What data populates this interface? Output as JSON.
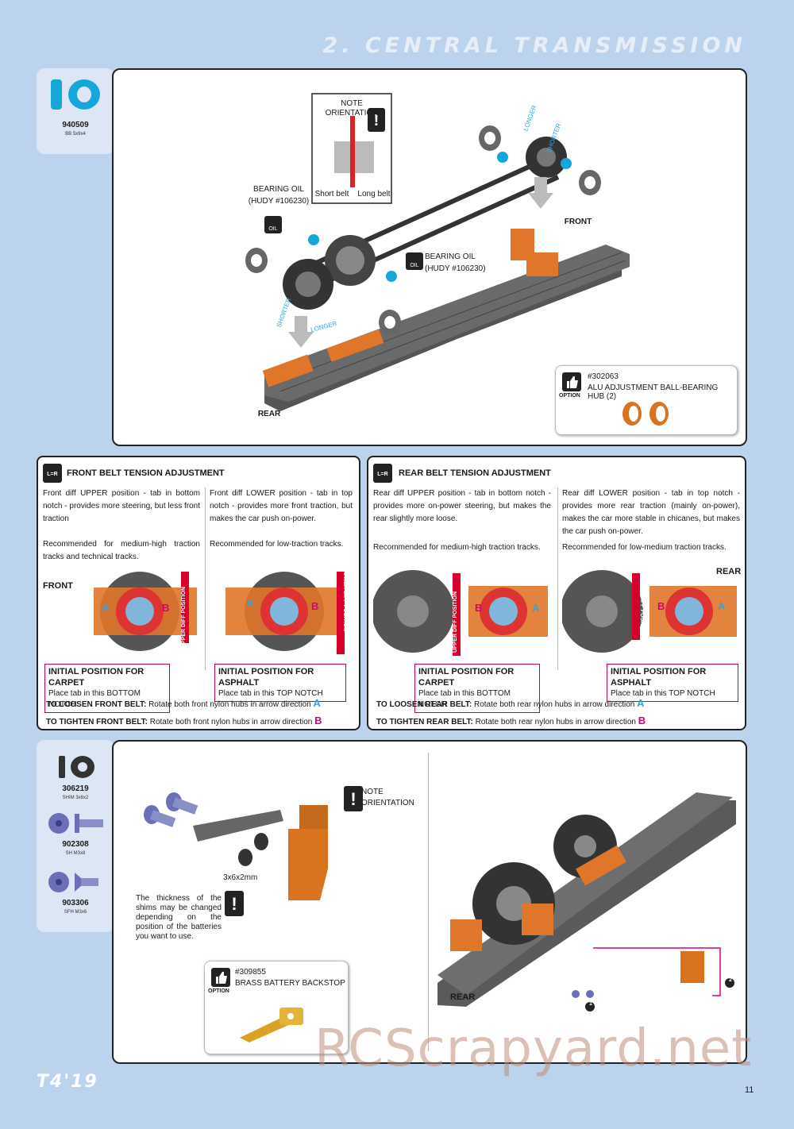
{
  "header": {
    "title": "2. CENTRAL TRANSMISSION"
  },
  "step1": {
    "part": {
      "code": "940509",
      "desc": "BB 5x9x4"
    },
    "labels": {
      "note_orientation": "NOTE ORIENTATION",
      "short_belt": "Short belt",
      "long_belt": "Long belt",
      "bearing_oil_left": "BEARING OIL",
      "hudy_left": "(HUDY #106230)",
      "bearing_oil_right": "BEARING OIL",
      "hudy_right": "(HUDY #106230)",
      "oil": "OIL",
      "longer_top": "LONGER",
      "shorter_top": "SHORTER",
      "shorter_bottom": "SHORTER",
      "longer_bottom": "LONGER",
      "front": "FRONT",
      "rear": "REAR"
    },
    "option": {
      "code": "#302063",
      "name": "ALU ADJUSTMENT BALL-BEARING HUB (2)",
      "tag": "OPTION"
    }
  },
  "front_adj": {
    "title": "FRONT BELT TENSION ADJUSTMENT",
    "icon_text": "L=R",
    "left_text_1": "Front diff UPPER position - tab in bottom notch - provides more steering, but less front traction",
    "left_text_2": "Recommended for medium-high traction tracks and technical tracks.",
    "right_text_1": "Front diff LOWER position - tab in top notch - provides more front traction, but makes the car push on-power.",
    "right_text_2": "Recommended for low-traction tracks.",
    "front_label": "FRONT",
    "upper_diff": "UPPER DIFF POSITION",
    "lower_diff": "LOWER DIFF POSITION",
    "a": "A",
    "b": "B",
    "init_left_title": "INITIAL POSITION FOR CARPET",
    "init_left_text": "Place tab in this BOTTOM NOTCH",
    "init_right_title": "INITIAL POSITION FOR ASPHALT",
    "init_right_text": "Place tab in this TOP NOTCH",
    "loosen_label": "TO LOOSEN FRONT BELT:",
    "loosen_text": "Rotate both front nylon hubs in arrow direction",
    "tighten_label": "TO TIGHTEN FRONT BELT:",
    "tighten_text": "Rotate both front nylon hubs in arrow direction"
  },
  "rear_adj": {
    "title": "REAR BELT TENSION ADJUSTMENT",
    "icon_text": "L=R",
    "left_text_1": "Rear diff UPPER position - tab in bottom notch - provides more on-power steering, but makes the rear slightly more loose.",
    "left_text_2": "Recommended for medium-high traction tracks.",
    "right_text_1": "Rear diff LOWER position - tab in top notch - provides more rear traction (mainly on-power), makes the car more stable in chicanes, but makes the car push on-power.",
    "right_text_2": "Recommended for low-medium traction tracks.",
    "rear_label": "REAR",
    "upper_diff": "UPPER DIFF POSITION",
    "lower_diff": "LOWER DIFF POSITION",
    "a": "A",
    "b": "B",
    "init_left_title": "INITIAL POSITION FOR CARPET",
    "init_left_text": "Place tab in this BOTTOM NOTCH",
    "init_right_title": "INITIAL POSITION FOR ASPHALT",
    "init_right_text": "Place tab in this TOP NOTCH",
    "loosen_label": "TO LOOSEN REAR BELT:",
    "loosen_text": "Rotate both rear nylon hubs in arrow direction",
    "tighten_label": "TO TIGHTEN REAR BELT:",
    "tighten_text": "Rotate both rear nylon hubs in arrow direction"
  },
  "step2": {
    "parts": [
      {
        "code": "306219",
        "desc": "SHIM 3x6x2"
      },
      {
        "code": "902308",
        "desc": "SH M3x8"
      },
      {
        "code": "903306",
        "desc": "SFH M3x6"
      }
    ],
    "labels": {
      "note": "NOTE",
      "orientation": "ORIENTATION",
      "shim": "3x6x2mm",
      "thickness_note": "The thickness of the shims may be changed depending on the position of the batteries you want to use.",
      "rear": "REAR",
      "n1": "1",
      "n2": "2"
    },
    "option": {
      "code": "#309855",
      "name": "BRASS BATTERY BACKSTOP",
      "tag": "OPTION"
    }
  },
  "footer": {
    "logo": "T4'19",
    "page": "11",
    "watermark": "RCScrapyard.net"
  },
  "colors": {
    "accent_orange": "#e0762a",
    "accent_magenta": "#d6007f",
    "accent_cyan": "#2aa7e0",
    "panel_bg": "#bcd3ee"
  }
}
